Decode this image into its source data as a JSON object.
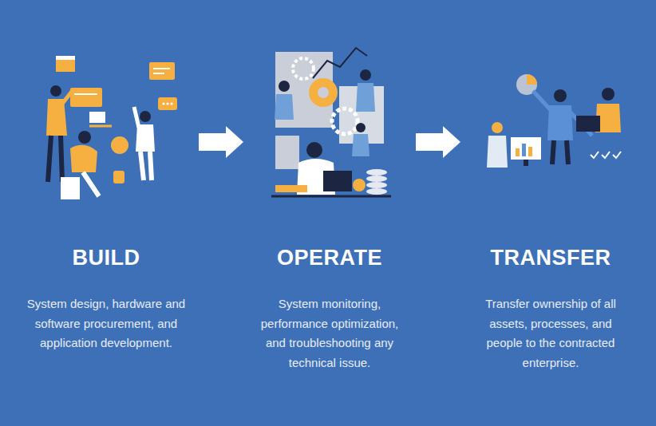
{
  "diagram": {
    "nodes": [
      {
        "text": [
          "BUILD",
          "System design, hardware and software procurement, and application development."
        ]
      },
      {
        "text": [
          "OPERATE",
          "System monitoring, performance optimization, and troubleshooting any technical issue."
        ]
      },
      {
        "text": [
          "TRANSFER",
          "Transfer ownership of all assets, processes, and people to the contracted enterprise."
        ]
      }
    ],
    "edges": [
      {
        "from": 0,
        "to": 1,
        "arrow": "to"
      },
      {
        "from": 1,
        "to": 2,
        "arrow": "to"
      }
    ]
  }
}
